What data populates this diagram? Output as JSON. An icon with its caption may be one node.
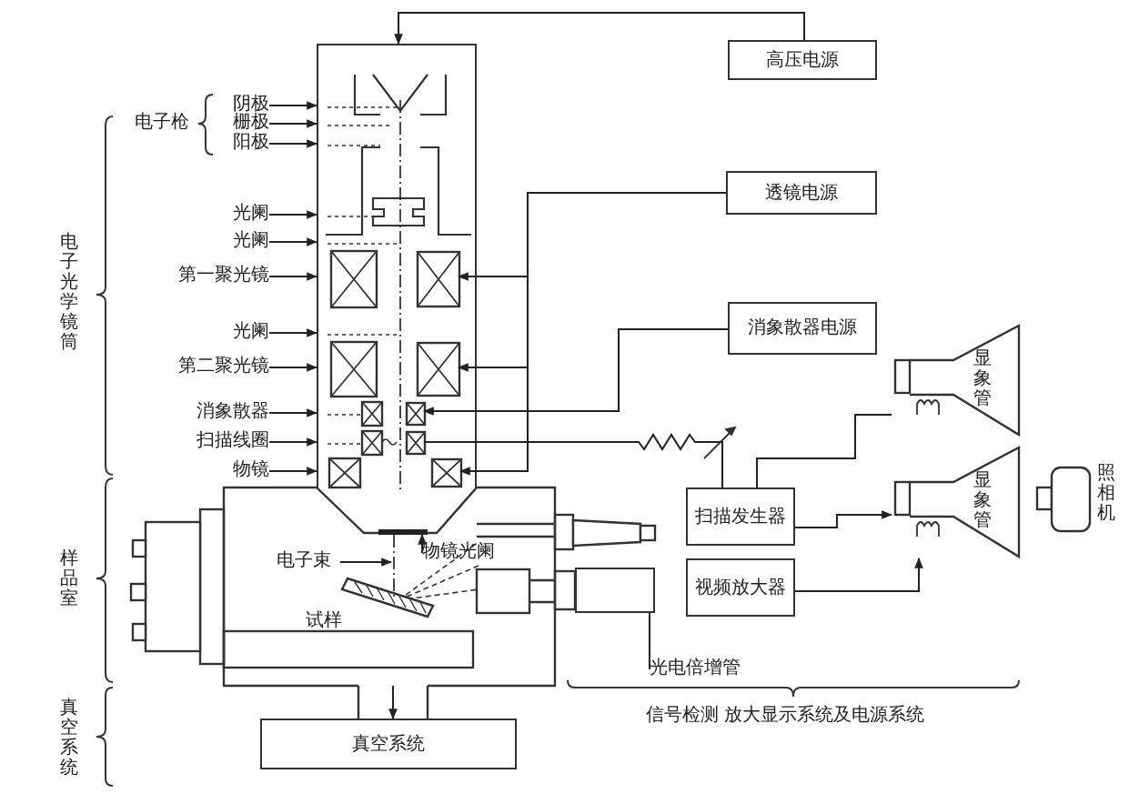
{
  "diagram": {
    "nodes": [
      {
        "text": [
          "高压电源"
        ]
      },
      {
        "text": [
          "透镜电源"
        ]
      },
      {
        "text": [
          "消象散器电源"
        ]
      },
      {
        "text": [
          "扫描发生器"
        ]
      },
      {
        "text": [
          "视频放大器"
        ]
      },
      {
        "text": [
          "显象管"
        ]
      },
      {
        "text": [
          "显象管"
        ]
      },
      {
        "text": [
          "真空系统"
        ]
      },
      {
        "text": [],
        "shape": "box"
      },
      {
        "text": [],
        "shape": "box"
      },
      {
        "text": [],
        "shape": "box",
        "in": 8
      },
      {
        "text": [],
        "shape": "box",
        "in": 8
      },
      {
        "text": [],
        "shape": "box",
        "in": 8
      },
      {
        "text": [],
        "shape": "box",
        "in": 8
      },
      {
        "text": [],
        "shape": "box",
        "in": 8
      },
      {
        "text": [],
        "shape": "box"
      },
      {
        "text": [
          "光电倍增管"
        ]
      },
      {
        "text": [
          "阴极"
        ]
      },
      {
        "text": [
          "栅极"
        ]
      },
      {
        "text": [
          "阳极"
        ]
      },
      {
        "text": [
          "光阑"
        ]
      },
      {
        "text": [
          "光阑"
        ]
      },
      {
        "text": [
          "第一聚光镜"
        ]
      },
      {
        "text": [
          "光阑"
        ]
      },
      {
        "text": [
          "第二聚光镜"
        ]
      },
      {
        "text": [
          "消象散器"
        ]
      },
      {
        "text": [
          "扫描线圈"
        ]
      },
      {
        "text": [
          "物镜"
        ]
      },
      {
        "text": [
          "物镜光阑"
        ],
        "in": 9
      },
      {
        "text": [
          "电子束"
        ],
        "in": 9
      },
      {
        "text": [],
        "shape": "bar",
        "in": 9
      },
      {
        "text": [],
        "shape": "line",
        "in": 9
      }
    ],
    "edges": [
      {
        "from": 0,
        "to": 8,
        "arrow": "to"
      },
      {
        "from": 1,
        "to": 10,
        "arrow": "to"
      },
      {
        "from": 1,
        "to": 11,
        "arrow": "to"
      },
      {
        "from": 1,
        "to": 14,
        "arrow": "to"
      },
      {
        "from": 2,
        "to": 12,
        "arrow": "to"
      },
      {
        "from": 3,
        "to": 13,
        "arrow": "none"
      },
      {
        "from": 3,
        "to": 5,
        "arrow": "none"
      },
      {
        "from": 3,
        "to": 6,
        "arrow": "to"
      },
      {
        "from": 4,
        "to": 6,
        "arrow": "to"
      },
      {
        "from": 16,
        "to": 15,
        "arrow": "none"
      },
      {
        "from": 17,
        "to": 8,
        "arrow": "to"
      },
      {
        "from": 18,
        "to": 8,
        "arrow": "to"
      },
      {
        "from": 19,
        "to": 8,
        "arrow": "to"
      },
      {
        "from": 20,
        "to": 8,
        "arrow": "to"
      },
      {
        "from": 21,
        "to": 8,
        "arrow": "to"
      },
      {
        "from": 22,
        "to": 8,
        "arrow": "to"
      },
      {
        "from": 23,
        "to": 8,
        "arrow": "to"
      },
      {
        "from": 24,
        "to": 8,
        "arrow": "to"
      },
      {
        "from": 25,
        "to": 8,
        "arrow": "to"
      },
      {
        "from": 26,
        "to": 8,
        "arrow": "to"
      },
      {
        "from": 27,
        "to": 8,
        "arrow": "to"
      },
      {
        "from": 28,
        "to": 30,
        "arrow": "to"
      },
      {
        "from": 29,
        "to": 31,
        "arrow": "to"
      },
      {
        "from": 9,
        "to": 7,
        "arrow": "to"
      }
    ],
    "labels": [
      "电子枪",
      "电子光学镜筒",
      "样品室",
      "真空系统",
      "试样",
      "照相机",
      "信号检测 放大显示系统及电源系统"
    ]
  }
}
